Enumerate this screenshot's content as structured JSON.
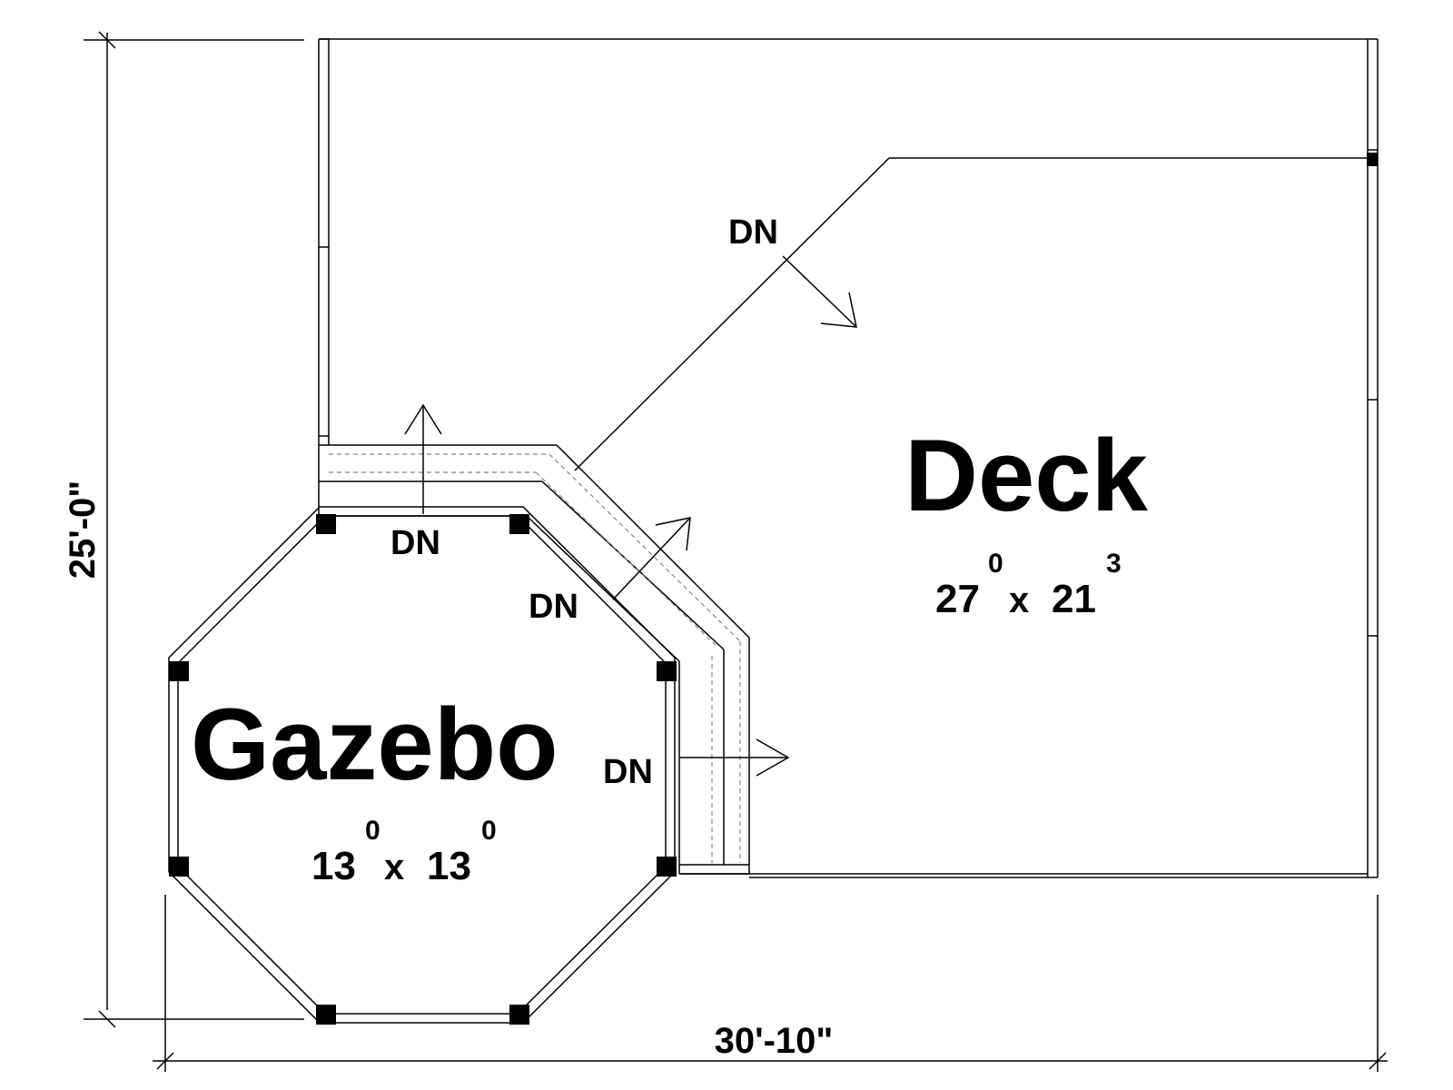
{
  "dimensions": {
    "height_label": "25'-0\"",
    "width_label": "30'-10\""
  },
  "rooms": {
    "deck": {
      "name": "Deck",
      "size": {
        "w": "27",
        "w_sup": "0",
        "sep": "x",
        "h": "21",
        "h_sup": "3"
      }
    },
    "gazebo": {
      "name": "Gazebo",
      "size": {
        "w": "13",
        "w_sup": "0",
        "sep": "x",
        "h": "13",
        "h_sup": "0"
      }
    }
  },
  "stairs": {
    "dn_top_right": "DN",
    "dn_gazebo_top": "DN",
    "dn_gazebo_diag": "DN",
    "dn_gazebo_right": "DN"
  },
  "colors": {
    "line": "#000000",
    "post": "#000000",
    "background": "#ffffff"
  }
}
